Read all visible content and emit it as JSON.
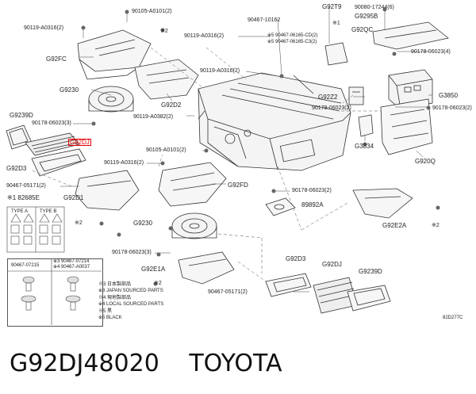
{
  "labels": {
    "top_90105": "90105-A0101(2)",
    "top_90119": "90119-A0316(2)",
    "g92fc": "G92FC",
    "g92t9": "G92T9",
    "p90467_10162": "90467-10162",
    "p90080": "90080-17244(6)",
    "g9295b": "G9295B",
    "note1_right": "※1",
    "note5_cd": "※5 90467-06165-CD(2)",
    "note5_c3": "※5 90467-06165-C3(2)",
    "p90119_mid": "90119-A0316(2)",
    "g92qc": "G92QC",
    "p90178_4": "90178-06023(4)",
    "note2_top": "※2",
    "p90119_a0316_c": "90119-A0316(2)",
    "g9230_top": "G9230",
    "g92d2": "G92D2",
    "g92z2": "G92Z2",
    "g3850": "G3850",
    "p90178_r1": "90178-06023(2)",
    "p90178_r2": "90178-06023(2)",
    "g9239d_left": "G9239D",
    "p90178_3": "90178-06023(3)",
    "g92dj_red": "G92DJ",
    "p90119_a0382": "90119-A0382(2)",
    "g3834": "G3834",
    "g92d3_left": "G92D3",
    "p90105_mid": "90105-A0101(2)",
    "g920q": "G920Q",
    "p90119_mid2": "90119-A0316(2)",
    "p90467_05171_l": "90467-05171(2)",
    "g92fd": "G92FD",
    "p90178_c": "90178-06023(2)",
    "note1_82685e": "※1 82685E",
    "g92d1": "G92D1",
    "p89892a": "89892A",
    "type_a": "TYPE A",
    "type_b": "TYPE B",
    "note2_mid": "※2",
    "g9230_low": "G9230",
    "g92e2a": "G92E2A",
    "note2_right": "※2",
    "p90178_3b": "90178-06023(3)",
    "g92e1a": "G92E1A",
    "g92d3_low": "G92D3",
    "g92dj_low": "G92DJ",
    "g9239d_low": "G9239D",
    "note2_low": "※2",
    "p90467_05171_low": "90467-05171(2)",
    "code": "82D277C"
  },
  "legend": {
    "part_a": "90467-07215",
    "part_b1": "※3 90467-07214",
    "part_b2": "※4 90467-A0037",
    "note3": "※3 日本製部品",
    "note3_en": "※3 JAPAN SOURCED PARTS",
    "note4": "※4 現地製部品",
    "note4_en": "※4 LOCAL SOURCED PARTS",
    "note5": "※5 黒",
    "note5_en": "※5 BLACK"
  },
  "footer": {
    "part_number": "G92DJ48020",
    "brand": "TOYOTA"
  },
  "colors": {
    "highlight": "#e60000",
    "line": "#333333"
  }
}
